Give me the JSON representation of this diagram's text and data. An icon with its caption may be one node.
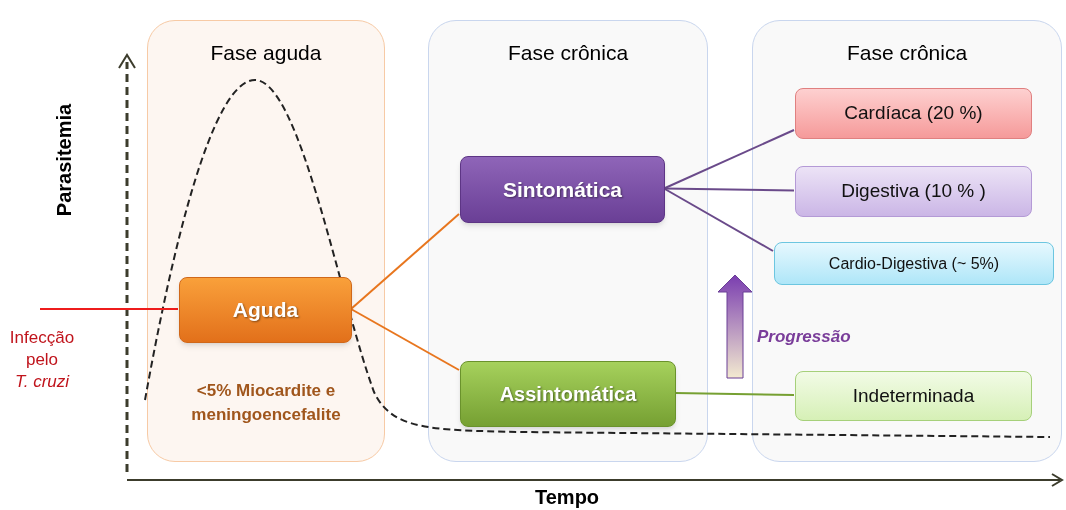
{
  "diagram": {
    "nodes": [
      {
        "text": [
          "Fase aguda",
          "<5% Miocardite e meningoencefalite"
        ]
      },
      {
        "text": [
          "Fase crônica"
        ]
      },
      {
        "text": [
          "Fase crônica"
        ]
      },
      {
        "text": [
          "Aguda"
        ],
        "in": 0
      },
      {
        "text": [
          "Sintomática"
        ],
        "in": 1
      },
      {
        "text": [
          "Assintomática"
        ],
        "in": 1
      },
      {
        "text": [
          "Cardíaca (20 %)"
        ],
        "in": 2
      },
      {
        "text": [
          "Digestiva  (10 % )"
        ],
        "in": 2
      },
      {
        "text": [
          "Cardio-Digestiva (~ 5%)"
        ],
        "in": 2
      },
      {
        "text": [
          "Indeterminada"
        ],
        "in": 2
      }
    ],
    "edges": [
      {
        "from": null,
        "to": 3,
        "arrow": "none",
        "color": "#ee1c1c"
      },
      {
        "from": 3,
        "to": 4,
        "arrow": "none",
        "color": "#e8761e"
      },
      {
        "from": 3,
        "to": 5,
        "arrow": "none",
        "color": "#e8761e"
      },
      {
        "from": 4,
        "to": 6,
        "arrow": "none"
      },
      {
        "from": 4,
        "to": 7,
        "arrow": "none"
      },
      {
        "from": 4,
        "to": 8,
        "arrow": "none"
      },
      {
        "from": 5,
        "to": 9,
        "arrow": "none",
        "color": "#76a032"
      }
    ],
    "labels": [
      "Parasitemia",
      "Tempo",
      "Progressão",
      "Infecção pelo *T. cruzi*"
    ]
  }
}
